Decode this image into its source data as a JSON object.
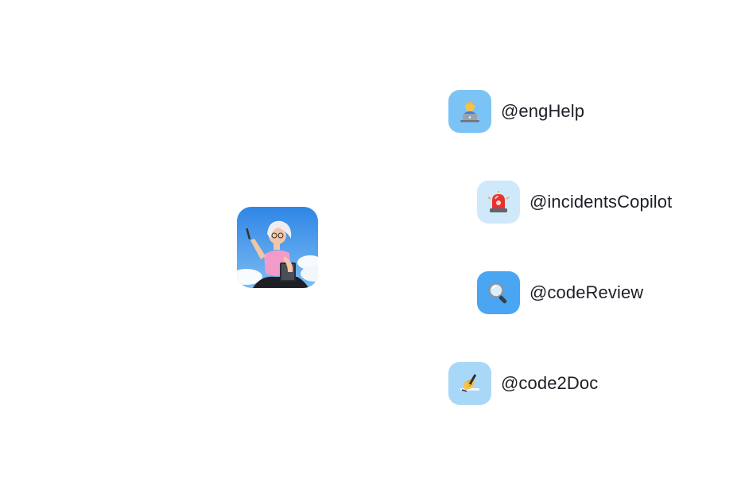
{
  "user": {
    "avatar_alt": "user-avatar"
  },
  "agents": [
    {
      "handle": "@engHelp",
      "icon": "technologist-icon",
      "color": "#7cc3f5"
    },
    {
      "handle": "@incidentsCopilot",
      "icon": "siren-icon",
      "color": "#cfe8fa"
    },
    {
      "handle": "@codeReview",
      "icon": "magnifier-icon",
      "color": "#4aa5f2"
    },
    {
      "handle": "@code2Doc",
      "icon": "writing-hand-icon",
      "color": "#a9d7f7"
    }
  ]
}
